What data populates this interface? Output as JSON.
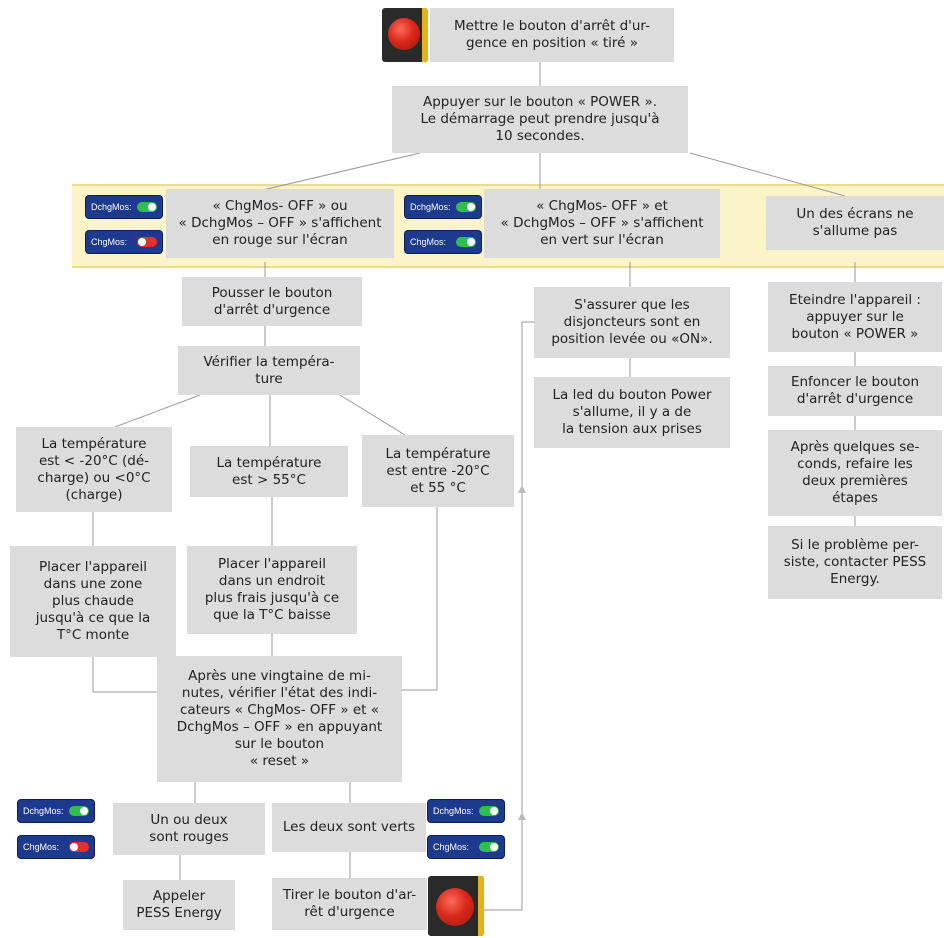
{
  "colors": {
    "box": "#dcdcdc",
    "band": "#fbf4c9",
    "line": "#999999",
    "indicator_bg": "#1d3a8f",
    "green": "#2fbf4f",
    "red": "#e53030"
  },
  "steps": {
    "pull_estop": "Mettre le bouton d'arrêt d'ur-\ngence en position « tiré »",
    "power": "Appuyer sur le bouton « POWER ».\nLe démarrage peut prendre jusqu'à\n10 secondes.",
    "case_red": "« ChgMos- OFF » ou\n« DchgMos – OFF » s'affichent\nen rouge sur l'écran",
    "case_green": "« ChgMos- OFF » et\n« DchgMos – OFF » s'affichent\nen vert sur l'écran",
    "case_screen": "Un des écrans ne\ns'allume pas",
    "push_estop": "Pousser le bouton\nd'arrêt d'urgence",
    "check_temp": "Vérifier la tempéra-\nture",
    "temp_low": "La température\nest < -20°C (dé-\ncharge) ou <0°C\n(charge)",
    "temp_high": "La température\nest > 55°C",
    "temp_mid": "La température\nest entre -20°C\net 55 °C",
    "warm_place": "Placer l'appareil\ndans une zone\nplus chaude\njusqu'à ce que la\nT°C monte",
    "cool_place": "Placer l'appareil\ndans un endroit\nplus frais jusqu'à ce\nque la T°C baisse",
    "wait_reset": "Après une vingtaine de mi-\nnutes, vérifier l'état des indi-\ncateurs « ChgMos- OFF » et «\nDchgMos – OFF » en appuyant\nsur le bouton\n« reset »",
    "some_red": "Un ou deux\nsont rouges",
    "both_green": "Les deux sont verts",
    "call_pess": "Appeler\nPESS Energy",
    "pull_estop_final": "Tirer le bouton d'ar-\nrêt d'urgence",
    "check_breakers": "S'assurer que les\ndisjoncteurs sont en\nposition levée ou «ON».",
    "led_on": "La led du bouton Power\ns'allume, il y a de\nla tension aux prises",
    "turn_off": "Eteindre l'appareil :\nappuyer sur le\nbouton « POWER »",
    "press_estop": "Enfoncer le bouton\nd'arrêt d'urgence",
    "redo_steps": "Après quelques se-\nconds, refaire les\ndeux premières\nétapes",
    "contact_pess": "Si le problème per-\nsiste, contacter PESS\nEnergy."
  },
  "indicators": {
    "dchg": "DchgMos:",
    "chg": "ChgMos:",
    "top_left_dchg_state": "green",
    "top_left_chg_state": "red",
    "top_mid_dchg_state": "green",
    "top_mid_chg_state": "green",
    "bottom_left_dchg_state": "green",
    "bottom_left_chg_state": "red",
    "bottom_right_dchg_state": "green",
    "bottom_right_chg_state": "green"
  },
  "icons": [
    "emergency-stop-icon",
    "indicator-toggle-icon"
  ]
}
